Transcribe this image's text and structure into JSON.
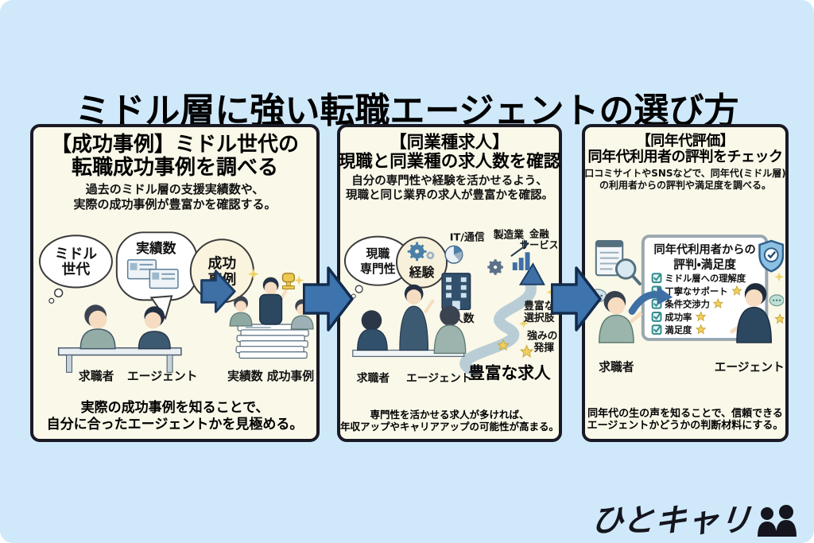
{
  "page": {
    "title": "ミドル層に強い転職エージェントの選び方"
  },
  "colors": {
    "background": "#cfe9fb",
    "panel_background": "#faf8e9",
    "panel_border": "#1a1a24",
    "arrow_blue": "#3e74ad",
    "star_yellow": "#f0d264",
    "check_teal": "#2e8b8b",
    "logo_black": "#15151d"
  },
  "panels": [
    {
      "title1": "【成功事例】ミドル世代の",
      "title2": "転職成功事例を調べる",
      "desc1": "過去のミドル層の支援実績数や、",
      "desc2": "実際の成功事例が豊富かを確認する。",
      "footer1": "実際の成功事例を知ることで、",
      "footer2": "自分に合ったエージェントかを見極める。",
      "illustration": {
        "thought1": "ミドル",
        "thought2": "世代",
        "speech": "実績数",
        "circle1": "成功",
        "circle2": "事例",
        "left_label": "求職者",
        "right_label": "エージェント",
        "result_label": "実績数 成功事例"
      }
    },
    {
      "title1": "【同業種求人】",
      "title2": "現職と同業種の求人数を確認",
      "desc1": "自分の専門性や経験を活かせるよう、",
      "desc2": "現職と同じ業界の求人が豊富かを確認。",
      "footer1": "専門性を活かせる求人が多ければ、",
      "footer2": "年収アップやキャリアアップの可能性が高まる。",
      "illustration": {
        "thought1": "現職",
        "thought2": "専門性",
        "speech": "経験",
        "industry1": "IT/通信",
        "industry2": "製造業",
        "industry3a": "金融",
        "industry3b": "サービス",
        "building_label": "求人数",
        "benefit1a": "豊富な",
        "benefit1b": "選択肢",
        "benefit2a": "強みの",
        "benefit2b": "発揮",
        "big_label": "豊富な求人",
        "left_label": "求職者",
        "right_label": "エージェント"
      }
    },
    {
      "title1": "【同年代評価】",
      "title2": "同年代利用者の評判をチェック",
      "desc1": "口コミサイトやSNSなどで、同年代(ミドル層)",
      "desc2": "の利用者からの評判や満足度を調べる。",
      "footer1": "同年代の生の声を知ることで、信頼できる",
      "footer2": "エージェントかどうかの判断材料にする。",
      "illustration": {
        "board_title1": "同年代利用者からの",
        "board_title2": "評判・満足度",
        "checklist": [
          "ミドル層への理解度",
          "丁寧なサポート",
          "条件交渉力",
          "成功率",
          "満足度"
        ],
        "left_label": "求職者",
        "right_label": "エージェント"
      }
    }
  ],
  "logo": {
    "text": "ひとキャリ"
  }
}
